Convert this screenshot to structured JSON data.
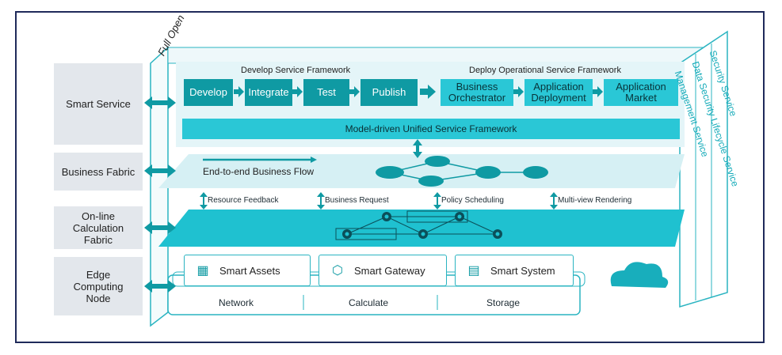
{
  "layers": [
    {
      "id": "smart-service",
      "label": "Smart Service"
    },
    {
      "id": "business-fabric",
      "label": "Business Fabric"
    },
    {
      "id": "calc-fabric",
      "label": "On-line\nCalculation\nFabric"
    },
    {
      "id": "edge",
      "label": "Edge\nComputing\nNode"
    }
  ],
  "full_open": "Full Open",
  "develop": {
    "title": "Develop Service Framework",
    "steps": [
      "Develop",
      "Integrate",
      "Test",
      "Publish"
    ]
  },
  "deploy": {
    "title": "Deploy Operational Service Framework",
    "steps": [
      "Business\nOrchestrator",
      "Application\nDeployment",
      "Application\nMarket"
    ]
  },
  "unified": "Model-driven Unified Service Framework",
  "business_flow": "End-to-end Business Flow",
  "arrow_labels": [
    "Resource Feedback",
    "Business Request",
    "Policy Scheduling",
    "Multi-view Rendering"
  ],
  "devices": [
    "Smart Assets",
    "Smart Gateway",
    "Smart System"
  ],
  "infra": [
    "Network",
    "Calculate",
    "Storage"
  ],
  "side_services": [
    "Management Service",
    "Data Security Lifecycle Service",
    "Security Service"
  ],
  "colors": {
    "dark_teal": "#0f9aa3",
    "light_teal": "#2ac7d6",
    "panel": "#e4f5f8",
    "frame": "#1f2a5a"
  }
}
